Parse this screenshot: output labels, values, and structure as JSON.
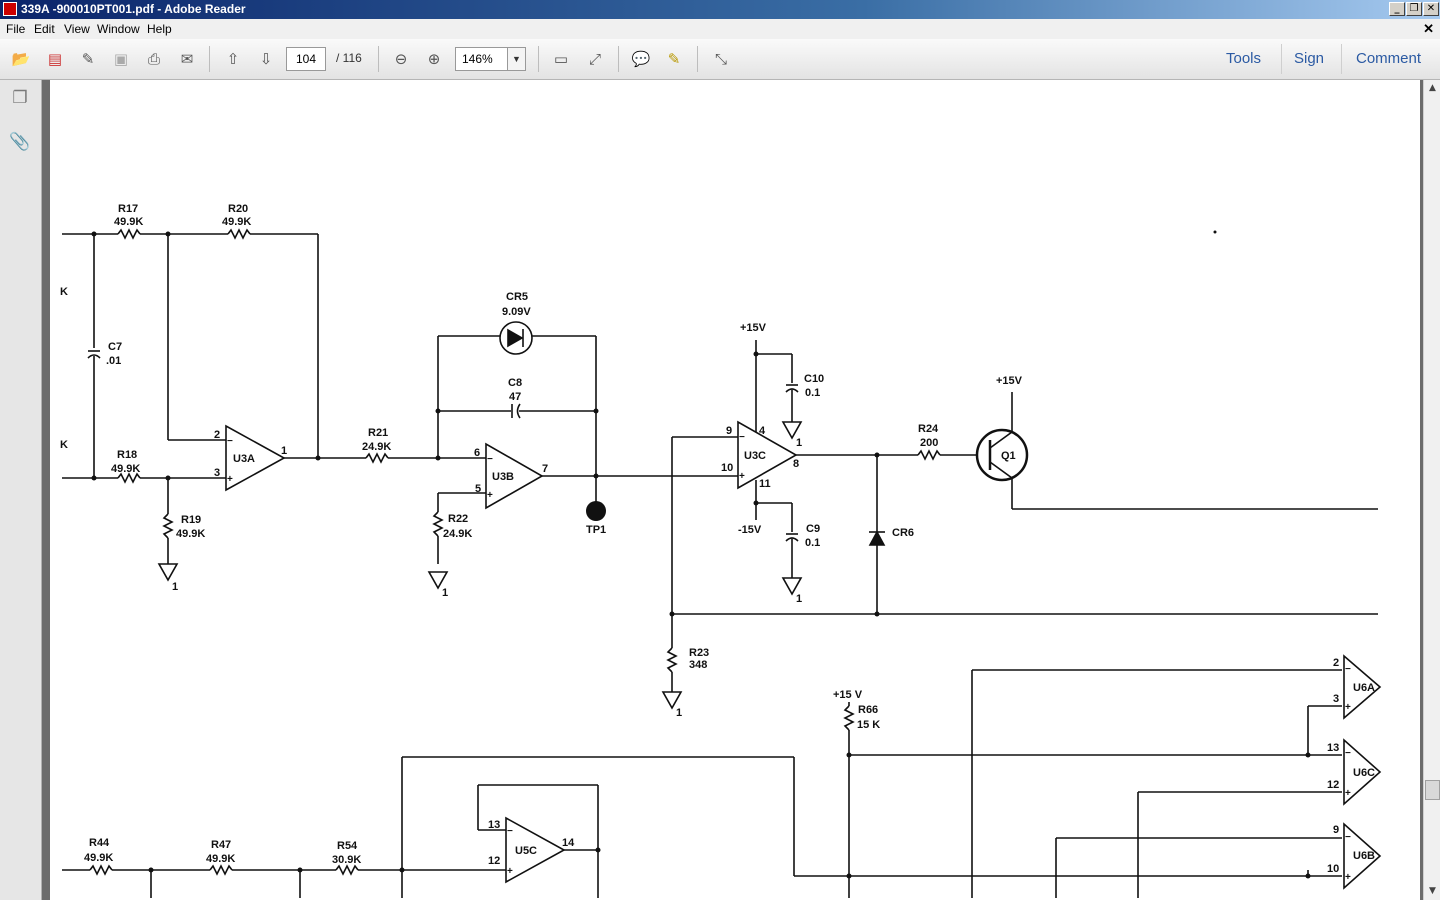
{
  "window": {
    "title": "339A -900010PT001.pdf - Adobe Reader"
  },
  "menu": {
    "file": "File",
    "edit": "Edit",
    "view": "View",
    "window": "Window",
    "help": "Help"
  },
  "toolbar": {
    "page_current": "104",
    "page_total": "/ 116",
    "zoom": "146%"
  },
  "right_panel": {
    "tools": "Tools",
    "sign": "Sign",
    "comment": "Comment"
  },
  "schematic": {
    "labels": {
      "r17": "R17",
      "r17v": "49.9K",
      "r20": "R20",
      "r20v": "49.9K",
      "c7": "C7",
      "c7v": ".01",
      "r18": "R18",
      "r18v": "49.9K",
      "r19": "R19",
      "r19v": "49.9K",
      "u3a": "U3A",
      "u3a_p2": "2",
      "u3a_p3": "3",
      "u3a_p1": "1",
      "r21": "R21",
      "r21v": "24.9K",
      "cr5": "CR5",
      "cr5v": "9.09V",
      "c8": "C8",
      "c8v": "47",
      "u3b": "U3B",
      "u3b_p6": "6",
      "u3b_p5": "5",
      "u3b_p7": "7",
      "r22": "R22",
      "r22v": "24.9K",
      "tp1": "TP1",
      "p15v_a": "+15V",
      "c10": "C10",
      "c10v": "0.1",
      "u3c": "U3C",
      "u3c_p9": "9",
      "u3c_p4": "4",
      "u3c_p10": "10",
      "u3c_p11": "11",
      "u3c_p1": "1",
      "u3c_p8": "8",
      "m15v": "-15V",
      "c9": "C9",
      "c9v": "0.1",
      "r24": "R24",
      "r24v": "200",
      "p15v_b": "+15V",
      "q1": "Q1",
      "cr6": "CR6",
      "r23": "R23",
      "r23v": "348",
      "p15v_c": "+15 V",
      "r66": "R66",
      "r66v": "15 K",
      "u6a": "U6A",
      "u6a_p2": "2",
      "u6a_p3": "3",
      "u6c": "U6C",
      "u6c_p13": "13",
      "u6c_p12": "12",
      "u6b": "U6B",
      "u6b_p9": "9",
      "u6b_p10": "10",
      "r44": "R44",
      "r44v": "49.9K",
      "r47": "R47",
      "r47v": "49.9K",
      "r54": "R54",
      "r54v": "30.9K",
      "u5c": "U5C",
      "u5c_p13": "13",
      "u5c_p12": "12",
      "u5c_p14": "14",
      "gnd": "1",
      "edge_k1": "K",
      "edge_k2": "K"
    }
  }
}
